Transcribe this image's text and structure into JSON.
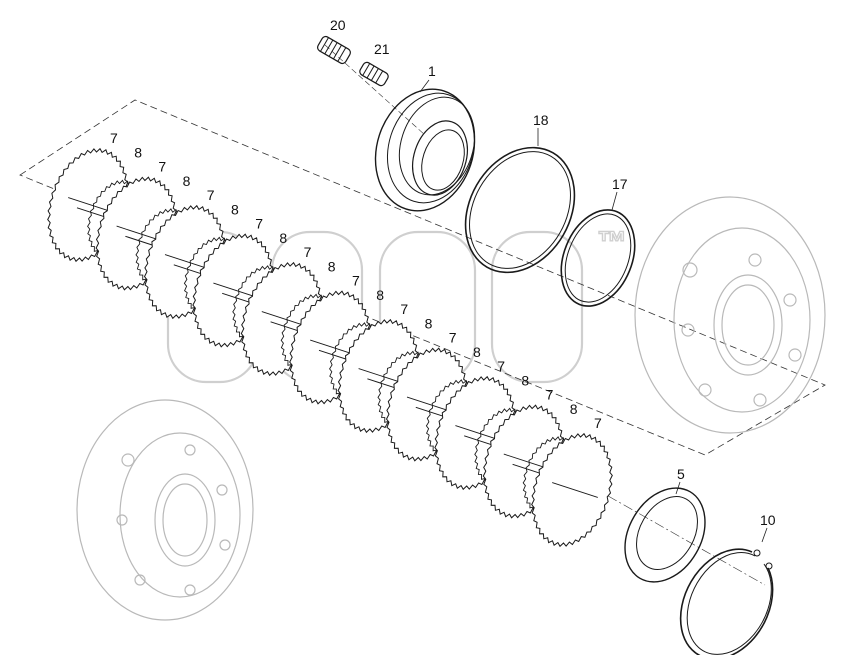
{
  "diagram": {
    "callouts": [
      {
        "id": "c20",
        "text": "20"
      },
      {
        "id": "c21",
        "text": "21"
      },
      {
        "id": "c1",
        "text": "1"
      },
      {
        "id": "c18",
        "text": "18"
      },
      {
        "id": "c17",
        "text": "17"
      },
      {
        "id": "c5",
        "text": "5"
      },
      {
        "id": "c10",
        "text": "10"
      }
    ],
    "disc_labels": [
      "7",
      "8",
      "7",
      "8",
      "7",
      "8",
      "7",
      "8",
      "7",
      "8",
      "7",
      "8",
      "7",
      "8",
      "7",
      "8",
      "7",
      "8",
      "7",
      "8",
      "7"
    ],
    "watermark_mark": "™"
  }
}
